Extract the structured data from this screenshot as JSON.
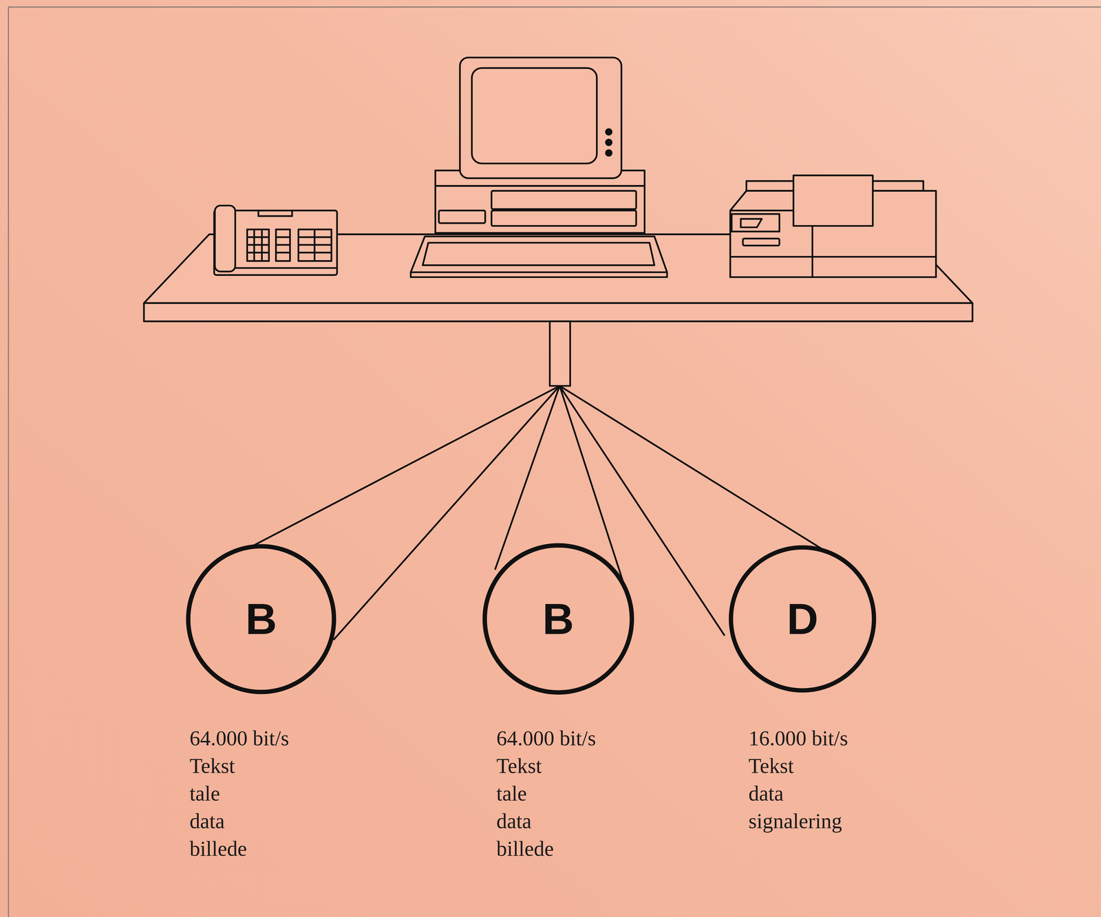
{
  "diagram": {
    "nodes": [
      {
        "text": [
          "B",
          "64.000 bit/s",
          "Tekst",
          "tale",
          "data",
          "billede"
        ]
      },
      {
        "text": [
          "B",
          "64.000 bit/s",
          "Tekst",
          "tale",
          "data",
          "billede"
        ]
      },
      {
        "text": [
          "D",
          "16.000 bit/s",
          "Tekst",
          "data",
          "signalering"
        ]
      }
    ]
  }
}
